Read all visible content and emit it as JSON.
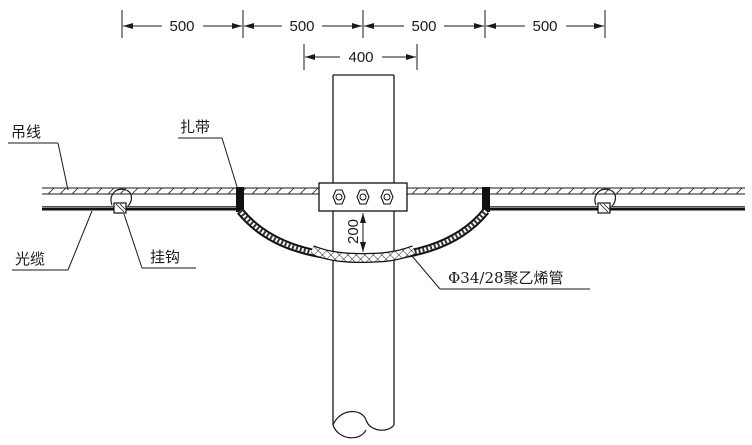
{
  "dimensions": {
    "top": [
      "500",
      "500",
      "500",
      "500"
    ],
    "pole_width": "400",
    "sag": "200"
  },
  "labels": {
    "messenger_wire": "吊线",
    "cable_tie": "扎带",
    "optical_cable": "光缆",
    "hook": "挂钩",
    "pipe": "Φ34/28聚乙烯管"
  }
}
